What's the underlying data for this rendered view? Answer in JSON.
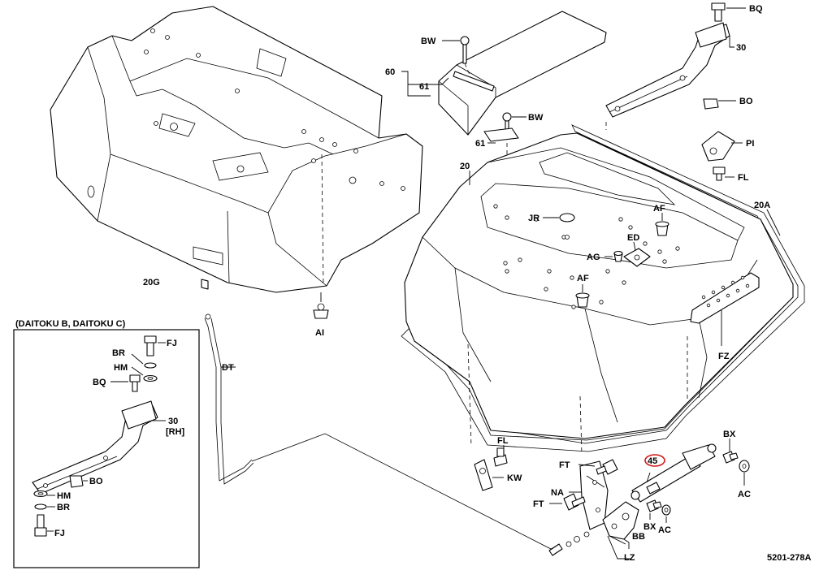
{
  "callouts": {
    "p20G": "20G",
    "pAI": "AI",
    "pDT": "DT",
    "p60": "60",
    "p61a": "61",
    "p61b": "61",
    "pBWa": "BW",
    "pBWb": "BW",
    "pBQ": "BQ",
    "p30": "30",
    "pBO": "BO",
    "pPI": "PI",
    "pFL": "FL",
    "p20": "20",
    "p20A": "20A",
    "pJR": "JR",
    "pAF1": "AF",
    "pED": "ED",
    "pAG": "AG",
    "pAF2": "AF",
    "pFZ": "FZ",
    "pFLb": "FL",
    "pKW": "KW",
    "pFT1": "FT",
    "pNA": "NA",
    "pFT2": "FT",
    "p45": "45",
    "pBX1": "BX",
    "pAC1": "AC",
    "pBX2": "BX",
    "pAC2": "AC",
    "pBB": "BB",
    "pLZ": "LZ"
  },
  "inset": {
    "title": "(DAITOKU B, DAITOKU C)",
    "FJtop": "FJ",
    "BRtop": "BR",
    "HMtop": "HM",
    "BQ": "BQ",
    "p30": "30",
    "RH": "[RH]",
    "BO": "BO",
    "HMbot": "HM",
    "BRbot": "BR",
    "FJbot": "FJ"
  },
  "diagram_code": "5201-278A",
  "highlight_color": "#d01818"
}
